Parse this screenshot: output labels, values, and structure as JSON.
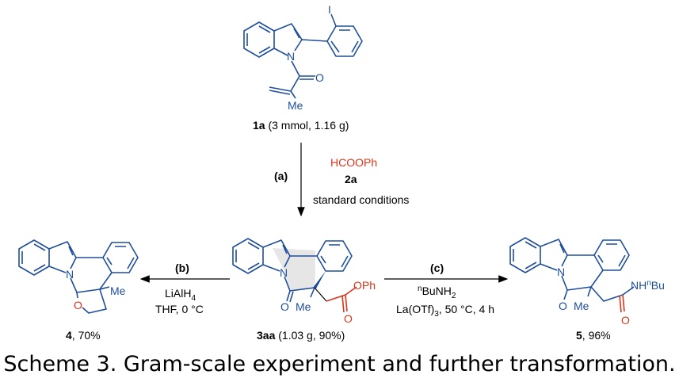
{
  "compounds": {
    "c1a": {
      "id": "1a",
      "detail": " (3 mmol, 1.16 g)",
      "atoms": {
        "iodo": "I",
        "n": "N",
        "o": "O",
        "me": "Me"
      }
    },
    "c2a": {
      "formula": "HCOOPh",
      "id": "2a"
    },
    "c3aa": {
      "id": "3aa",
      "detail": " (1.03 g, 90%)",
      "atoms": {
        "n": "N",
        "o": "O",
        "me": "Me",
        "oph": "OPh",
        "o2": "O"
      }
    },
    "c4": {
      "id": "4",
      "detail": ", 70%",
      "atoms": {
        "n": "N",
        "o": "O",
        "me": "Me"
      }
    },
    "c5": {
      "id": "5",
      "detail": ", 96%",
      "atoms": {
        "n": "N",
        "o": "O",
        "me": "Me",
        "nh": "NH",
        "nsup": "n",
        "bu": "Bu",
        "o2": "O"
      }
    }
  },
  "steps": {
    "a": {
      "label": "(a)",
      "conditions": "standard conditions"
    },
    "b": {
      "label": "(b)",
      "reagent": "LiAlH",
      "reagent_sub": "4",
      "conditions": "THF, 0 °C"
    },
    "c": {
      "label": "(c)",
      "reagent_sup": "n",
      "reagent": "BuNH",
      "reagent_sub": "2",
      "conditions_a": "La(OTf)",
      "conditions_sub": "3",
      "conditions_b": ", 50 °C, 4 h"
    }
  },
  "caption": "Scheme 3. Gram-scale experiment and further transformation.",
  "colors": {
    "structure": "#1f4e9c",
    "highlight": "#d9361b"
  }
}
